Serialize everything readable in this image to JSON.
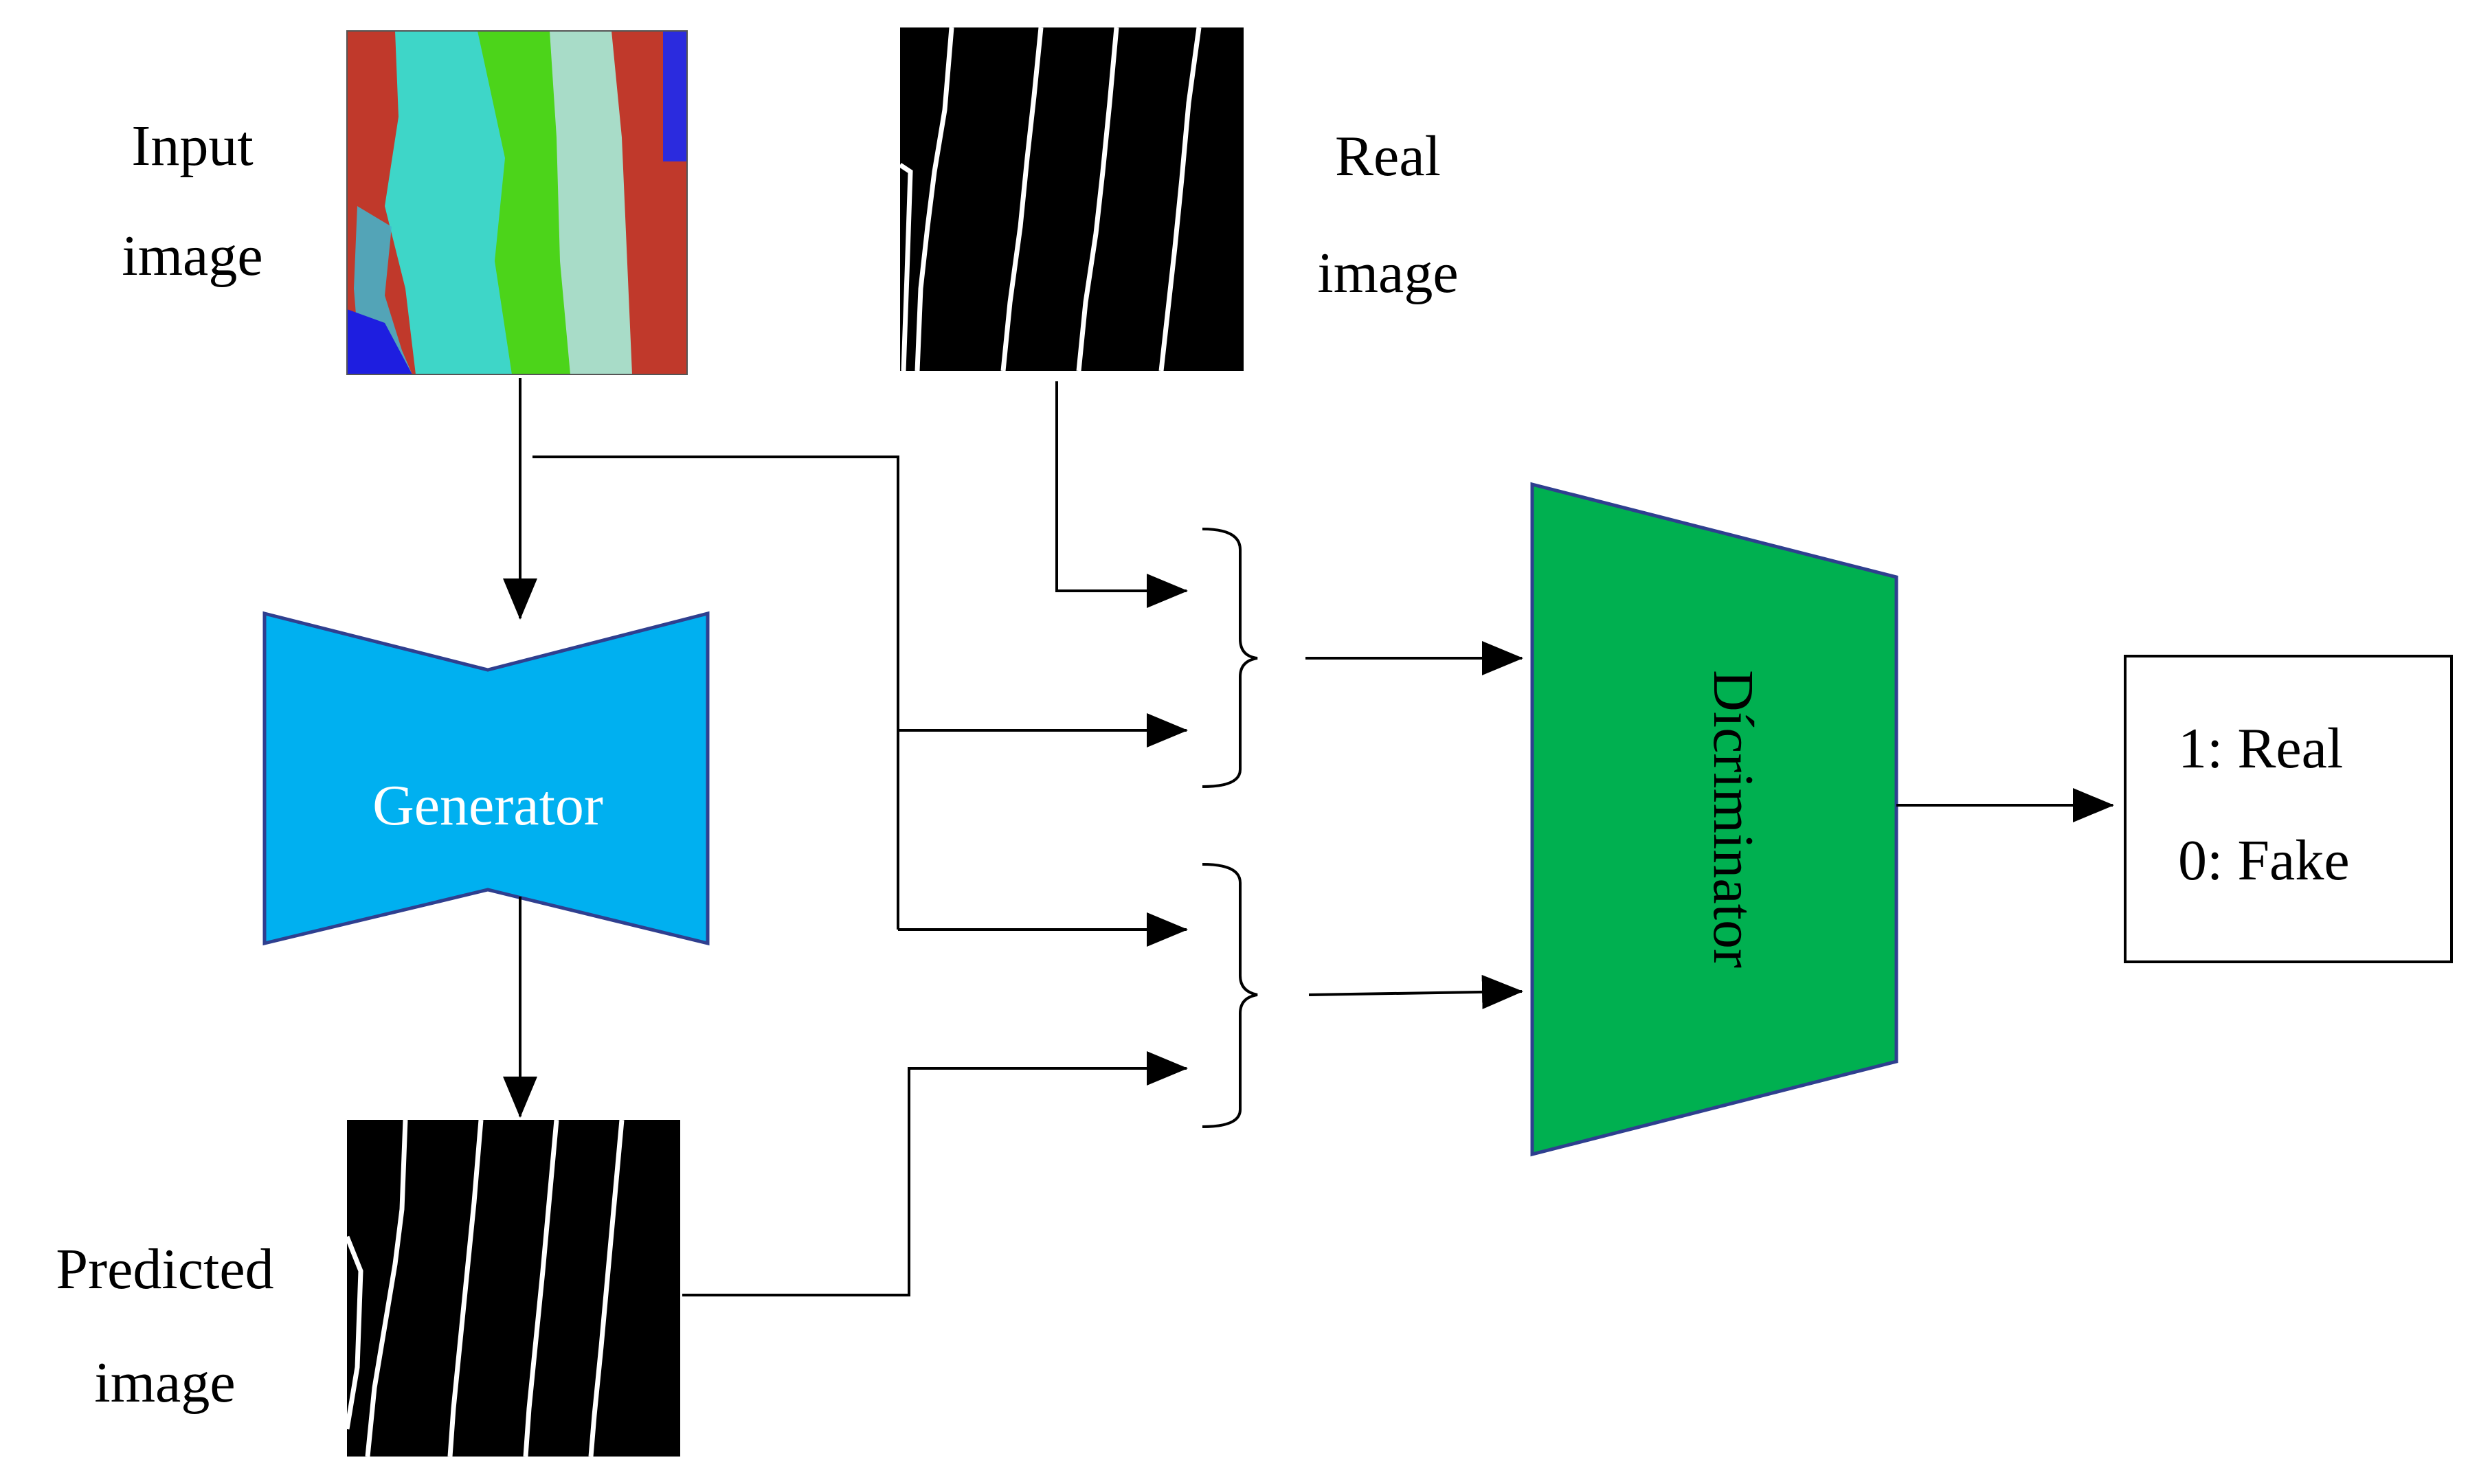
{
  "labels": {
    "input_line1": "Input",
    "input_line2": "image",
    "real_line1": "Real",
    "real_line2": "image",
    "predicted_line1": "Predicted",
    "predicted_line2": "image",
    "generator": "Generator",
    "discriminator": "Dícriminator",
    "output_real": "1: Real",
    "output_fake": "0: Fake"
  },
  "colors": {
    "generator_fill": "#00B0F0",
    "discriminator_fill": "#00B050",
    "shape_stroke": "#2F3F8F",
    "input_red": "#C0392B",
    "input_cyan": "#3ED6C8",
    "input_green": "#4CD41A",
    "input_pale": "#A8DCC8",
    "input_blue": "#1E1EE0"
  },
  "icons": {
    "input": "rgb-stripe-texture-image",
    "real": "binary-mask-image",
    "predicted": "binary-mask-image"
  }
}
